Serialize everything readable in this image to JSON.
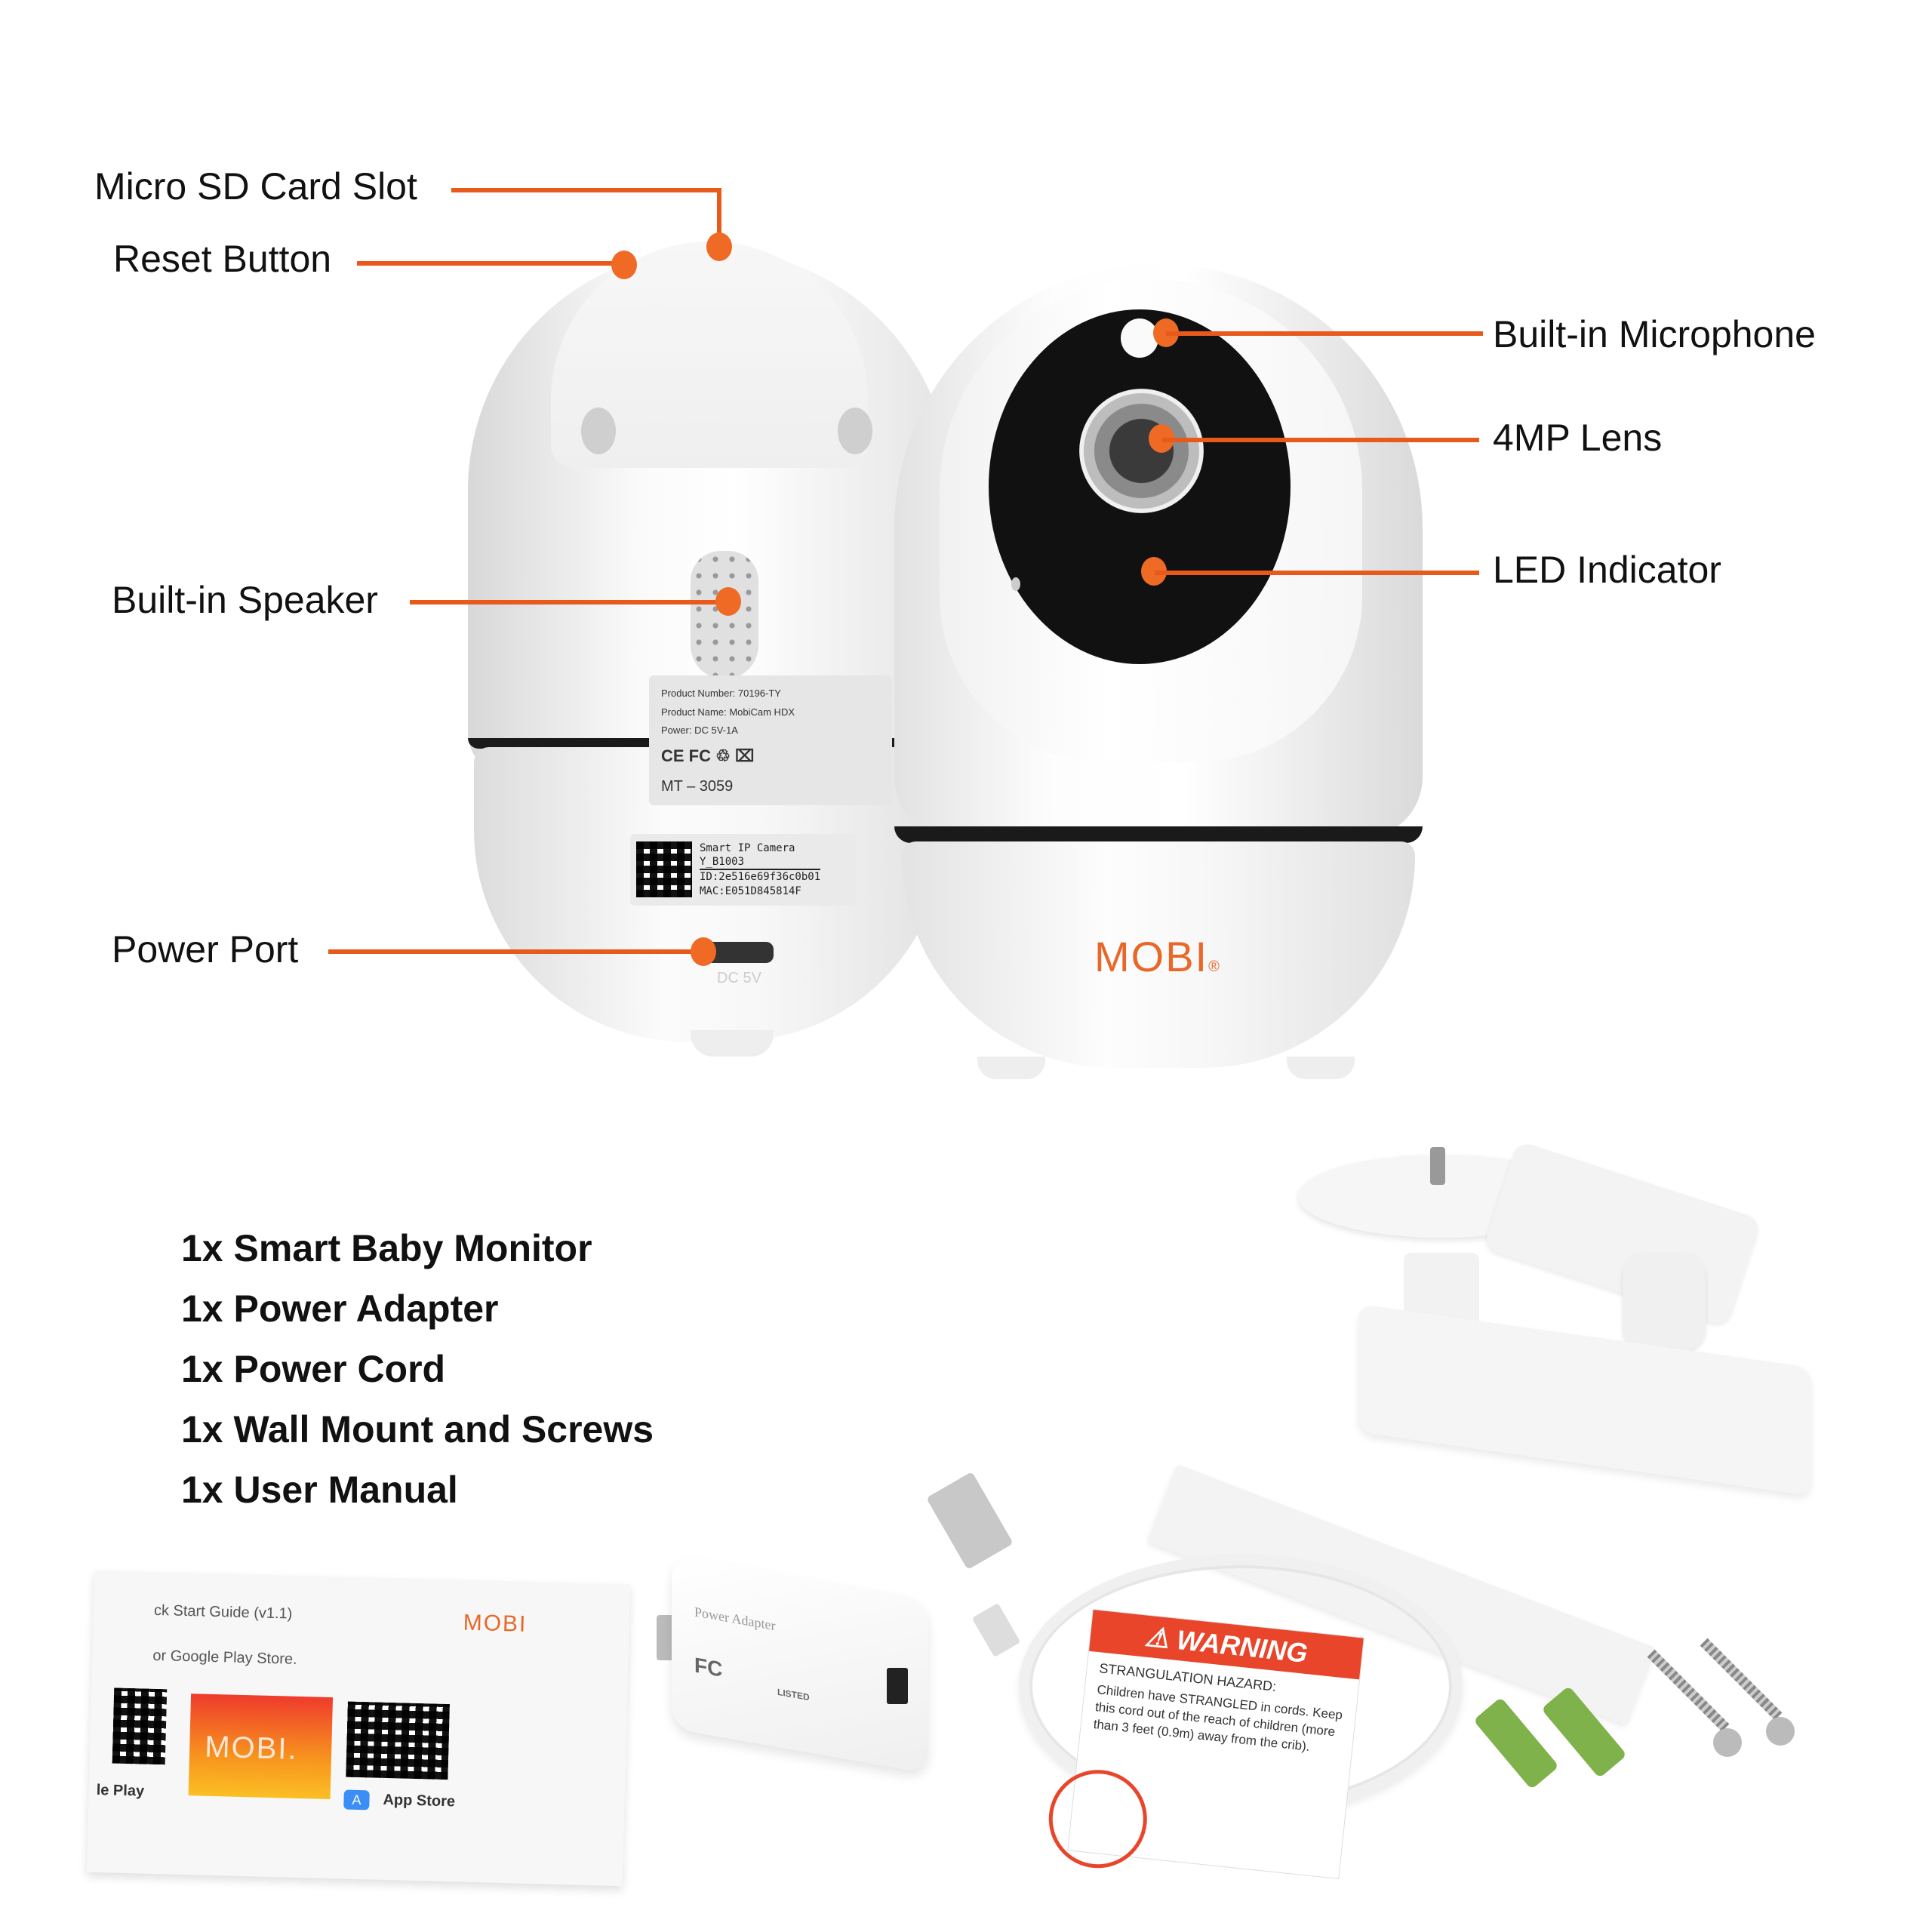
{
  "colors": {
    "accent": "#e85a1c",
    "dot": "#ee6a25",
    "text": "#111111",
    "background": "#ffffff",
    "brand": "#e8682a"
  },
  "callouts": {
    "micro_sd": "Micro SD Card Slot",
    "reset": "Reset Button",
    "speaker": "Built-in Speaker",
    "power_port": "Power Port",
    "microphone": "Built-in Microphone",
    "lens": "4MP Lens",
    "led": "LED Indicator"
  },
  "camera_back": {
    "sticker": {
      "line1": "Product Number: 70196-TY",
      "line2": "Product Name: MobiCam HDX",
      "line3": "Power: DC 5V-1A",
      "marks": "CE  FC  ♲  ⌧",
      "model": "MT – 3059"
    },
    "qr_label": {
      "line1": "Smart IP Camera",
      "line2": "Y_B1003",
      "line3": "ID:2e516e69f36c0b01",
      "line4": "MAC:E051D845814F"
    },
    "port_text": "DC 5V"
  },
  "camera_front": {
    "brand": "MOBI",
    "registered": "®"
  },
  "package_contents": [
    "1x Smart Baby Monitor",
    "1x Power Adapter",
    "1x Power Cord",
    "1x Wall Mount and Screws",
    "1x User Manual"
  ],
  "manual": {
    "title": "ck Start Guide (v1.1)",
    "brand": "MOBI",
    "subtitle": "or Google Play Store.",
    "tile_brand": "MOBI.",
    "google_label": "le Play",
    "app_store_label": "App Store"
  },
  "adapter": {
    "label": "Power Adapter",
    "fc": "FC",
    "ul": "LISTED"
  },
  "warning_tag": {
    "title": "WARNING",
    "heading": "STRANGULATION HAZARD:",
    "body": "Children have STRANGLED in cords. Keep this cord out of the reach of children (more than 3 feet (0.9m) away from the crib)."
  }
}
